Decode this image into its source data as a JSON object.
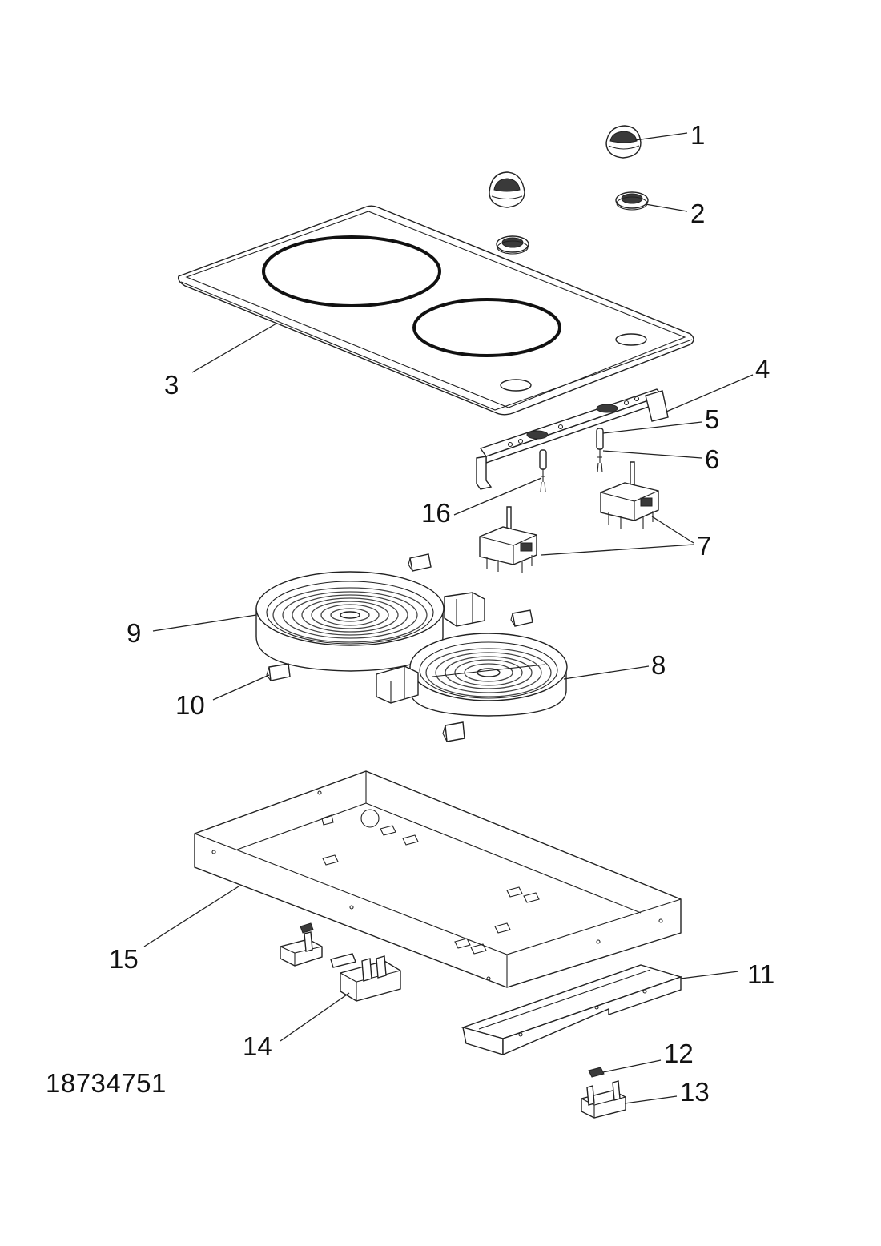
{
  "document_number": "18734751",
  "callouts": [
    {
      "id": "1",
      "label": "1"
    },
    {
      "id": "2",
      "label": "2"
    },
    {
      "id": "3",
      "label": "3"
    },
    {
      "id": "4",
      "label": "4"
    },
    {
      "id": "5",
      "label": "5"
    },
    {
      "id": "6",
      "label": "6"
    },
    {
      "id": "7",
      "label": "7"
    },
    {
      "id": "8",
      "label": "8"
    },
    {
      "id": "9",
      "label": "9"
    },
    {
      "id": "10",
      "label": "10"
    },
    {
      "id": "11",
      "label": "11"
    },
    {
      "id": "12",
      "label": "12"
    },
    {
      "id": "13",
      "label": "13"
    },
    {
      "id": "14",
      "label": "14"
    },
    {
      "id": "15",
      "label": "15"
    },
    {
      "id": "16",
      "label": "16"
    }
  ]
}
